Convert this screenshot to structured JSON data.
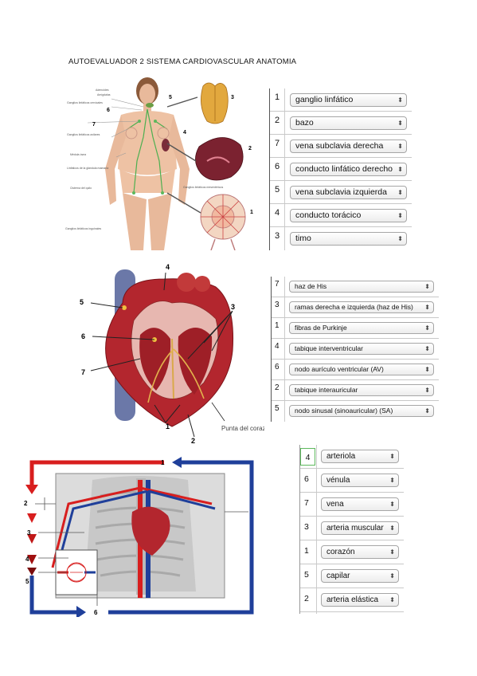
{
  "title": "AUTOEVALUADOR 2 SISTEMA CARDIOVASCULAR ANATOMIA",
  "figure1": {
    "callouts": [
      "5",
      "3",
      "6",
      "4",
      "7",
      "2",
      "1"
    ],
    "small_labels": [
      "Adenoides",
      "Amígdalas",
      "Ganglios linfáticos cervicales",
      "Ganglios linfáticos axilares",
      "Médula ósea",
      "Linfáticos de la glándula mamaria",
      "Cisterna del quilo",
      "Ganglios linfáticos mesentéricos",
      "Ganglios linfáticos inguinales"
    ]
  },
  "table1": {
    "rows": [
      {
        "num": "1",
        "value": "ganglio linfático"
      },
      {
        "num": "2",
        "value": "bazo"
      },
      {
        "num": "7",
        "value": "vena subclavia derecha"
      },
      {
        "num": "6",
        "value": "conducto linfático derecho"
      },
      {
        "num": "5",
        "value": "vena subclavia izquierda"
      },
      {
        "num": "4",
        "value": "conducto torácico"
      },
      {
        "num": "3",
        "value": "timo"
      }
    ]
  },
  "figure2": {
    "callouts": [
      "4",
      "5",
      "3",
      "6",
      "7",
      "1",
      "2"
    ],
    "apex_label": "Punta del corazón"
  },
  "table2": {
    "rows": [
      {
        "num": "7",
        "value": "haz de His"
      },
      {
        "num": "3",
        "value": "ramas derecha e izquierda (haz de His)"
      },
      {
        "num": "1",
        "value": "fibras de Purkinje"
      },
      {
        "num": "4",
        "value": "tabique interventricular"
      },
      {
        "num": "6",
        "value": "nodo aurículo ventricular (AV)"
      },
      {
        "num": "2",
        "value": "tabique interauricular"
      },
      {
        "num": "5",
        "value": "nodo sinusal (sinoauricular) (SA)"
      }
    ]
  },
  "figure3": {
    "callouts": [
      "1",
      "2",
      "3",
      "4",
      "5",
      "6"
    ]
  },
  "table3": {
    "rows": [
      {
        "num": "4",
        "value": "arteriola"
      },
      {
        "num": "6",
        "value": "vénula"
      },
      {
        "num": "7",
        "value": "vena"
      },
      {
        "num": "3",
        "value": "arteria muscular"
      },
      {
        "num": "1",
        "value": "corazón"
      },
      {
        "num": "5",
        "value": "capilar"
      },
      {
        "num": "2",
        "value": "arteria elástica"
      }
    ]
  },
  "colors": {
    "artery": "#d81e1e",
    "vein": "#1f3f9a",
    "heart": "#b3262e",
    "skin": "#e8b99b"
  },
  "icons": {
    "select_arrow": "updown-chevron-icon"
  }
}
